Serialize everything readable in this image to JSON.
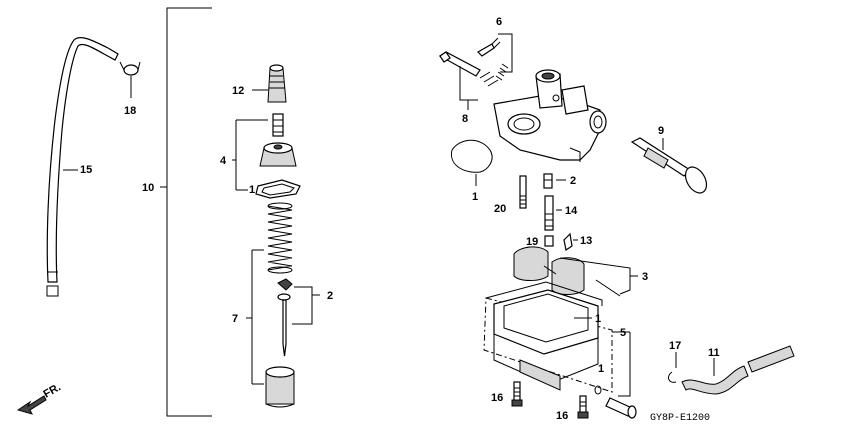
{
  "diagram": {
    "code": "GY8P-E1200",
    "direction_label": "FR.",
    "callouts": {
      "c6": "6",
      "c8": "8",
      "c9": "9",
      "c1a": "1",
      "c2a": "2",
      "c20": "20",
      "c14": "14",
      "c19": "19",
      "c13": "13",
      "c3": "3",
      "c1b": "1",
      "c5": "5",
      "c1c": "1",
      "c16a": "16",
      "c16b": "16",
      "c17": "17",
      "c11": "11",
      "c12": "12",
      "c4": "4",
      "c1d": "1",
      "c2b": "2",
      "c7": "7",
      "c10": "10",
      "c15": "15",
      "c18": "18"
    }
  }
}
